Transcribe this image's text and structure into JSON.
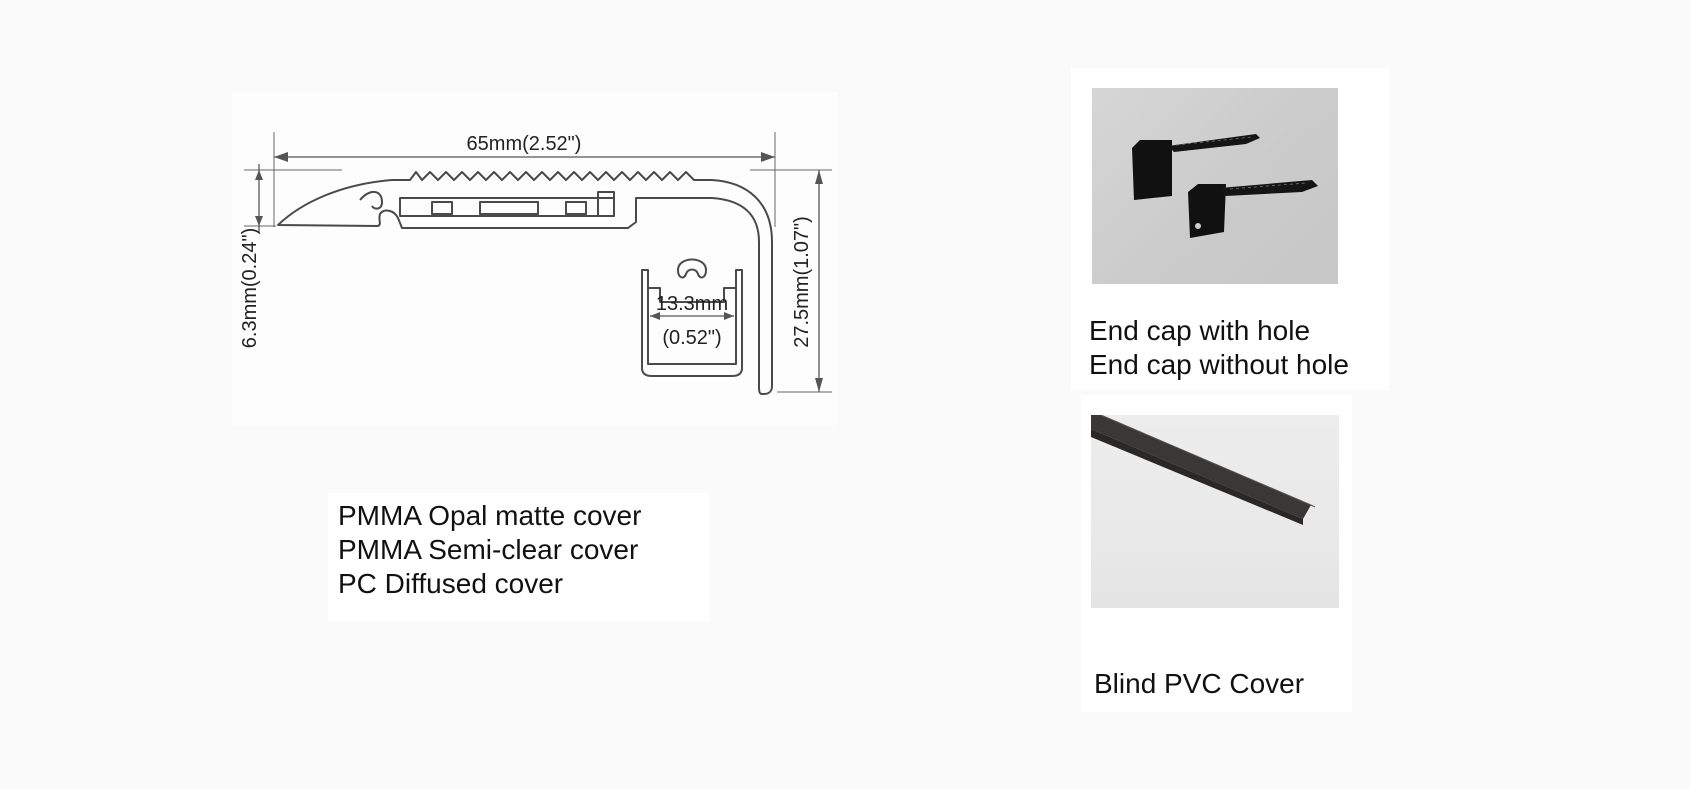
{
  "profile_drawing": {
    "width_dimension": "65mm(2.52\")",
    "left_height_dimension": "6.3mm(0.24\")",
    "right_height_dimension": "27.5mm(1.07\")",
    "channel_width_mm": "13.3mm",
    "channel_width_in": "(0.52\")"
  },
  "cover_options": {
    "items": [
      "PMMA Opal matte cover",
      "PMMA Semi-clear cover",
      "PC Diffused cover"
    ]
  },
  "end_caps": {
    "labels": [
      "End cap with hole",
      "End cap without hole"
    ]
  },
  "pvc_cover": {
    "label": "Blind PVC Cover"
  },
  "colors": {
    "page_background": "#fafafa",
    "panel_background": "#ffffff",
    "drawing_line": "#4a4a4a",
    "end_cap": "#111111",
    "pvc_strip": "#3a3836"
  }
}
